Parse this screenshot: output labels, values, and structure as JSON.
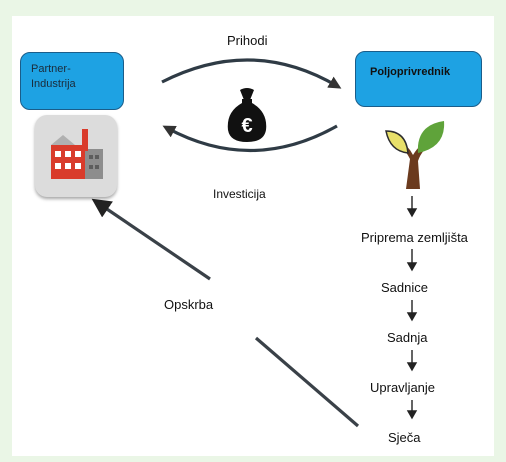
{
  "partner": {
    "label": "Partner-Industrija"
  },
  "farmer": {
    "label": "Poljoprivrednik"
  },
  "cycle": {
    "top_label": "Prihodi",
    "bottom_label": "Investicija",
    "bag_symbol": "€"
  },
  "supply_label": "Opskrba",
  "steps": [
    "Priprema zemljišta",
    "Sadnice",
    "Sadnja",
    "Upravljanje",
    "Sječa"
  ],
  "colors": {
    "box_fill": "#1ea2e3",
    "background": "#eaf6e6",
    "leaf_green": "#5fa33a",
    "leaf_yellow": "#e8e06a",
    "trunk": "#6b3a1e",
    "factory_red": "#d93b2b"
  },
  "icons": [
    "factory-icon",
    "money-bag-icon",
    "tree-icon"
  ]
}
